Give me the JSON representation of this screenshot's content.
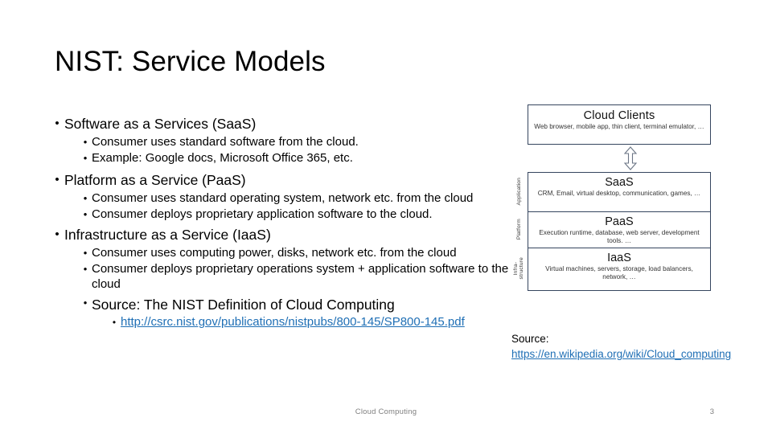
{
  "slide": {
    "title": "NIST: Service Models",
    "bullets": {
      "saas": {
        "label": "Software as a Services (SaaS)",
        "sub": [
          "Consumer uses standard software from the cloud.",
          "Example: Google docs, Microsoft Office 365, etc."
        ]
      },
      "paas": {
        "label": "Platform as a Service (PaaS)",
        "sub": [
          "Consumer uses standard operating system, network etc. from the cloud",
          "Consumer deploys proprietary application software to the cloud."
        ]
      },
      "iaas": {
        "label": "Infrastructure as a Service (IaaS)",
        "sub": [
          "Consumer uses computing power, disks, network etc. from the cloud",
          "Consumer deploys proprietary operations system + application software to the cloud"
        ]
      },
      "source": {
        "label": "Source: The NIST Definition of Cloud Computing",
        "link": "http://csrc.nist.gov/publications/nistpubs/800-145/SP800-145.pdf"
      }
    }
  },
  "diagram": {
    "clients": {
      "title": "Cloud Clients",
      "subtitle": "Web browser, mobile app, thin client, terminal emulator, …"
    },
    "arrow_icon": "double-headed-vertical-arrow-icon",
    "tiers": [
      {
        "rail": "Application",
        "title": "SaaS",
        "subtitle": "CRM, Email, virtual desktop, communication, games, …"
      },
      {
        "rail": "Platform",
        "title": "PaaS",
        "subtitle": "Execution runtime, database, web server, development tools. …"
      },
      {
        "rail": "Infra-\nstructure",
        "title": "IaaS",
        "subtitle": "Virtual machines, servers, storage, load balancers, network, …"
      }
    ]
  },
  "source_note": {
    "label": "Source:",
    "url": "https://en.wikipedia.org/wiki/Cloud_computing"
  },
  "footer": {
    "center": "Cloud Computing",
    "page": "3"
  },
  "colors": {
    "hyperlink": "#1F6FB5",
    "box_border": "#35455E",
    "footer_text": "#7f7f7f",
    "background": "#ffffff"
  }
}
